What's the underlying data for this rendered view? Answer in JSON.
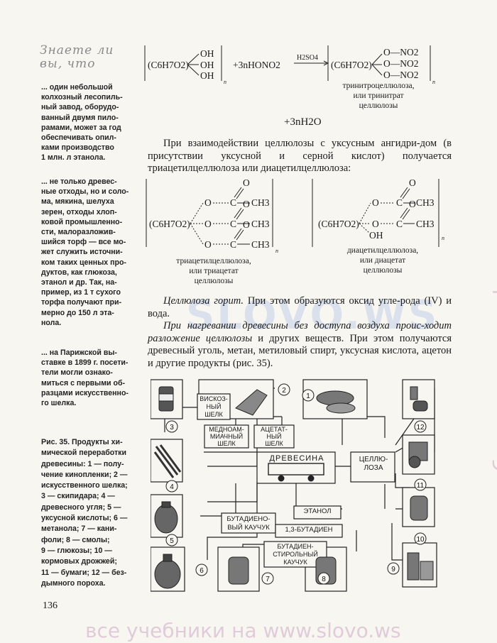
{
  "sidebar": {
    "handwritten": "Знаете ли\nвы, что",
    "fact1": "... один небольшой\nколхозный лесопиль-\nный завод, оборудо-\nванный двумя пило-\nрамами, может за год\nобеспечивать опил-\nками производство\n1 млн. л этанола.",
    "fact2": "... не только древес-\nные отходы, но и соло-\nма, мякина, шелуха\nзерен, отходы хлоп-\nковой промышленно-\nсти, малоразложив-\nшийся торф — все мо-\nжет служить источни-\nком таких ценных про-\nдуктов, как глюкоза,\nэтанол и др. Так, на-\nпример, из 1 т сухого\nторфа получают при-\nмерно до 150 л эта-\nнола.",
    "fact3": "... на Парижской вы-\nставке в 1899 г. посети-\nтели могли ознако-\nмиться с первыми об-\nразцами искусственно-\nго шелка.",
    "caption": "Рис. 35. Продукты хи-\nмической переработки\nдревесины: 1 — полу-\nчение кинопленки; 2 —\nискусственного шелка;\n3 — скипидара; 4 —\nдревесного угля; 5 —\nуксусной кислоты; 6 —\nметанола; 7 — кани-\nфоли; 8 — смолы;\n9 — глюкозы; 10 —\nкормовых дрожжей;\n11 — бумаги; 12 — без-\nдымного пороха.",
    "page_number": "136"
  },
  "reaction1": {
    "left": "(C6H7O2)",
    "oh": [
      "OH",
      "OH",
      "OH"
    ],
    "n": "n",
    "plus": "+3nHONO2",
    "catalyst": "H2SO4",
    "right": "(C6H7O2)",
    "ono2": [
      "O—NO2",
      "O—NO2",
      "O—NO2"
    ],
    "product_name": "тринитроцеллюлоза,\nили тринитрат\nцеллюлозы",
    "water": "+3nH2O"
  },
  "paragraph1": "При взаимодействии целлюлозы с уксусным ангидри-дом (в присутствии уксусной и серной кислот) получается триацетилцеллюлоза или диацетилцеллюлоза:",
  "formulas": {
    "tri_core": "(C6H7O2)",
    "ch3": "CH3",
    "o": "O",
    "c": "C",
    "oh": "OH",
    "n": "n",
    "tri_name": "триацетилцеллюлоза,\nили триацетат\nцеллюлозы",
    "di_name": "диацетилцеллюлоза,\nили диацетат\nцеллюлозы"
  },
  "paragraph2_italic": "Целлюлоза горит.",
  "paragraph2_rest": " При этом образуются оксид угле-рода (IV) и вода.",
  "paragraph3_italic": "При нагревании древесины без доступа воздуха проис-ходит разложение целлюлозы",
  "paragraph3_rest": " и других веществ. При этом получаются древесный уголь, метан, метиловый спирт, уксусная кислота, ацетон и другие продукты (рис. 35).",
  "diagram": {
    "center": "ДРЕВЕСИНА",
    "cellulose": "ЦЕЛЛЮ-\nЛОЗА",
    "viscose": "ВИСКОЗ-\nНЫЙ\nШЕЛК",
    "copper": "МЕДНОАМ-\nМИАЧНЫЙ\nШЕЛК",
    "acetate": "АЦЕТАТ-\nНЫЙ\nШЕЛК",
    "ethanol": "ЭТАНОЛ",
    "butadiene": "1,3-БУТАДИЕН",
    "butadiene_rubber": "БУТАДИЕНО-\nВЫЙ КАУЧУК",
    "sbr": "БУТАДИЕН-\nСТИРОЛЬНЫЙ\nКАУЧУК",
    "numbers": [
      "1",
      "2",
      "3",
      "4",
      "5",
      "6",
      "7",
      "8",
      "9",
      "10",
      "11",
      "12"
    ]
  },
  "watermarks": {
    "center": "SLOVO.WS",
    "side": "все учебники на www.slovo.ws",
    "bottom": "все учебники на www.slovo.ws"
  }
}
